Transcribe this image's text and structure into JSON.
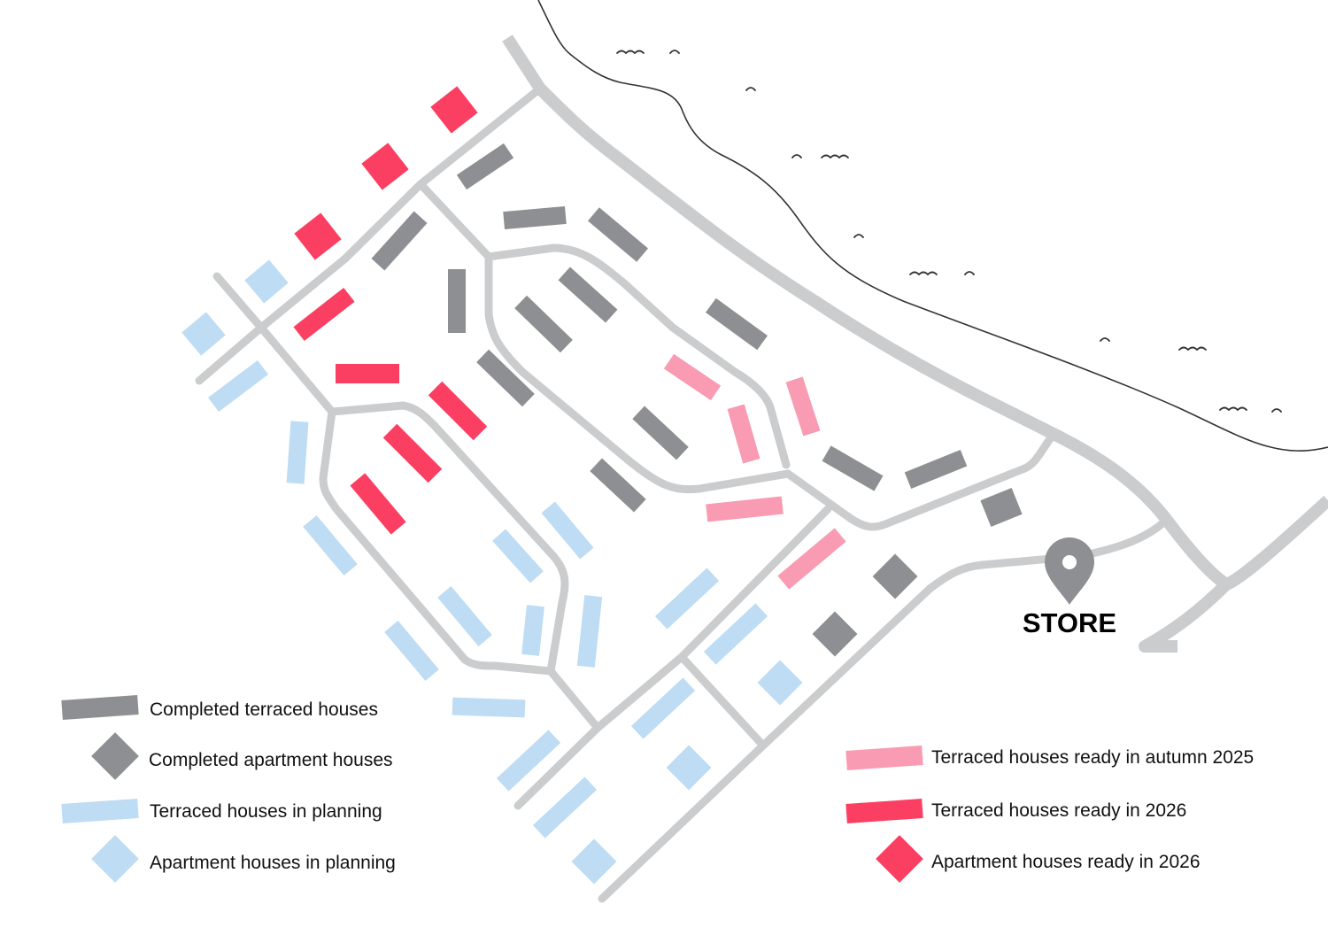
{
  "colors": {
    "completed": "#8e8f92",
    "planning": "#bedcf3",
    "autumn_2025": "#f99bb2",
    "ready_2026": "#fb3f62",
    "road": "#cbcccd",
    "store_marker": "#8e8f92"
  },
  "store": {
    "label": "STORE",
    "icon": "map-pin-icon"
  },
  "legend": {
    "left": [
      {
        "key": "completed_terraced",
        "label": "Completed terraced houses",
        "shape": "bar",
        "color": "#8e8f92"
      },
      {
        "key": "completed_apartment",
        "label": "Completed apartment houses",
        "shape": "diamond",
        "color": "#8e8f92"
      },
      {
        "key": "planning_terraced",
        "label": "Terraced houses in planning",
        "shape": "bar",
        "color": "#bedcf3"
      },
      {
        "key": "planning_apartment",
        "label": "Apartment houses in planning",
        "shape": "diamond",
        "color": "#bedcf3"
      }
    ],
    "right": [
      {
        "key": "autumn_2025_terraced",
        "label": "Terraced houses ready in autumn 2025",
        "shape": "bar",
        "color": "#f99bb2"
      },
      {
        "key": "ready_2026_terraced",
        "label": "Terraced houses ready in 2026",
        "shape": "bar",
        "color": "#fb3f62"
      },
      {
        "key": "ready_2026_apartment",
        "label": "Apartment houses ready in 2026",
        "shape": "diamond",
        "color": "#fb3f62"
      }
    ]
  }
}
